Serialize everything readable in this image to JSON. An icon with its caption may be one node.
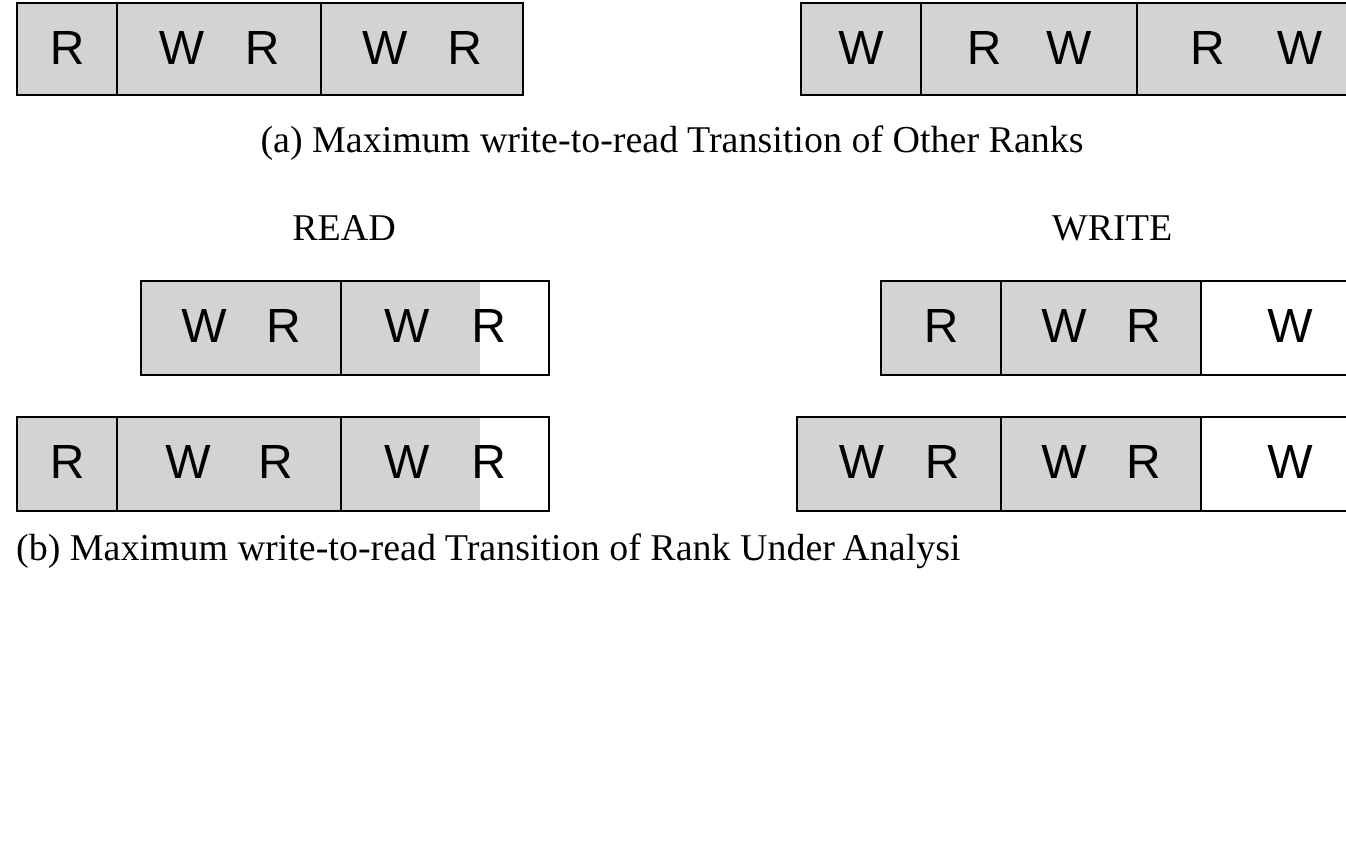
{
  "diagram": {
    "nodes": [
      {
        "text": [
          "R"
        ]
      },
      {
        "text": [
          "W",
          "R"
        ]
      },
      {
        "text": [
          "W",
          "R"
        ]
      },
      {
        "text": [
          "W"
        ]
      },
      {
        "text": [
          "R",
          "W"
        ]
      },
      {
        "text": [
          "R",
          "W"
        ]
      },
      {
        "text": [
          "W",
          "R"
        ]
      },
      {
        "text": [
          "W",
          "R"
        ]
      },
      {
        "text": [
          "R"
        ]
      },
      {
        "text": [
          "W",
          "R"
        ]
      },
      {
        "text": [
          "W"
        ]
      },
      {
        "text": [
          "R"
        ]
      },
      {
        "text": [
          "W",
          "R"
        ]
      },
      {
        "text": [
          "W",
          "R"
        ]
      },
      {
        "text": [
          "W",
          "R"
        ]
      },
      {
        "text": [
          "W",
          "R"
        ]
      },
      {
        "text": [
          "W"
        ]
      }
    ],
    "labels": [
      "(a) Maximum write-to-read Transition of Other Ranks",
      "READ",
      "WRITE",
      "(b) Maximum write-to-read Transition of Rank Under Analysi"
    ]
  }
}
